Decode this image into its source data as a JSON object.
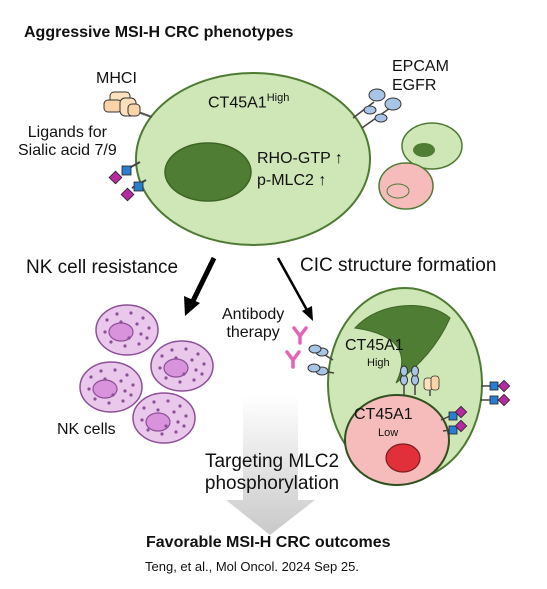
{
  "title": "Aggressive MSI-H CRC phenotypes",
  "labels": {
    "mhci": "MHCI",
    "ligands_line1": "Ligands for",
    "ligands_line2": "Sialic acid 7/9",
    "epcam": "EPCAM",
    "egfr": "EGFR",
    "ct45_main": "CT45A1",
    "ct45_main_sup": "High",
    "rho": "RHO-GTP ↑",
    "pmlc": "p-MLC2 ↑",
    "nk_resistance": "NK cell resistance",
    "cic_formation": "CIC structure formation",
    "antibody_line1": "Antibody",
    "antibody_line2": "therapy",
    "ct45_high": "CT45A1",
    "ct45_high_sub": "High",
    "ct45_low": "CT45A1",
    "ct45_low_sub": "Low",
    "nk_cells": "NK cells",
    "targeting_line1": "Targeting MLC2",
    "targeting_line2": "phosphorylation"
  },
  "outcome": "Favorable MSI-H CRC outcomes",
  "citation": "Teng, et al., Mol Oncol. 2024 Sep 25.",
  "colors": {
    "cell_fill": "#cfe6b6",
    "cell_stroke": "#4e7a34",
    "nucleus": "#4f7d33",
    "nk_fill": "#e9c8ec",
    "nk_stroke": "#8d4f97",
    "nk_nucleus": "#d993dc",
    "inner_cell": "#f6bcbc",
    "inner_nucleus": "#e2303a",
    "receptor": "#a9c5e6",
    "sialic_blue": "#2a7dd0",
    "sialic_magenta": "#b52aa0",
    "antibody": "#e463b5"
  }
}
